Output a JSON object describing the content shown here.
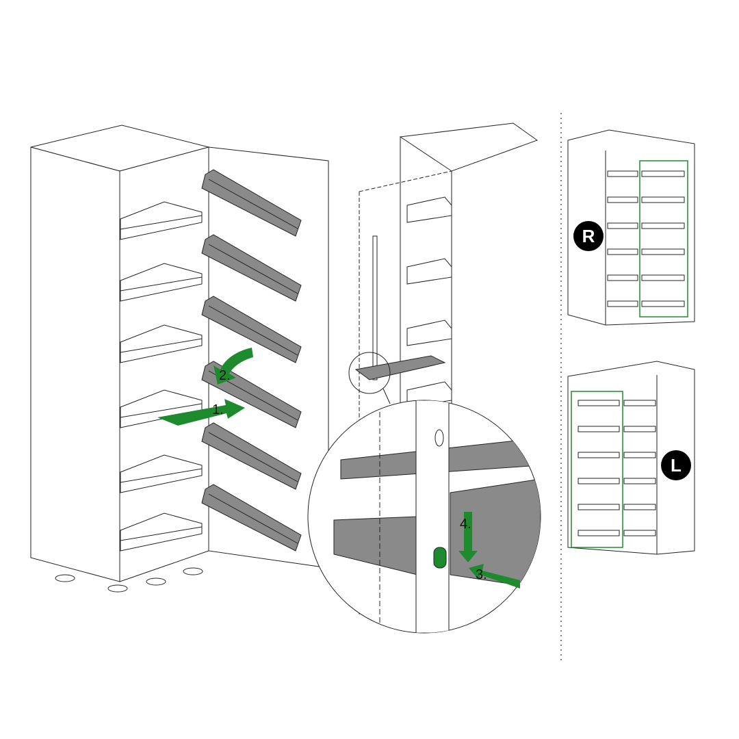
{
  "steps": {
    "step1": "1.",
    "step2": "2.",
    "step3": "3.",
    "step4": "4."
  },
  "badges": {
    "right": "R",
    "left": "L"
  },
  "colors": {
    "arrow": "#1e8a2e",
    "basket": "#8a8a8a",
    "line": "#222222",
    "badge": "#000000"
  }
}
